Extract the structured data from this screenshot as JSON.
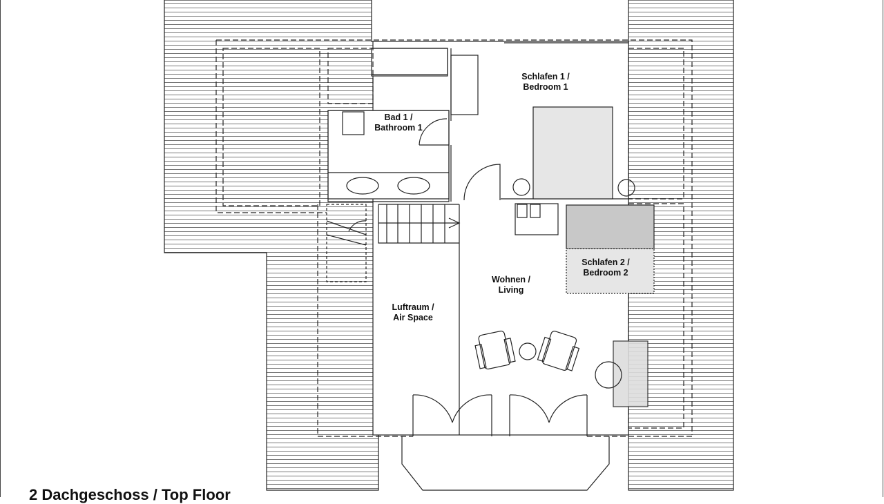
{
  "rooms": {
    "bedroom1": {
      "de": "Schlafen 1 /",
      "en": "Bedroom 1"
    },
    "bathroom1": {
      "de": "Bad 1 /",
      "en": "Bathroom 1"
    },
    "living": {
      "de": "Wohnen /",
      "en": "Living"
    },
    "airspace": {
      "de": "Luftraum /",
      "en": "Air Space"
    },
    "bedroom2": {
      "de": "Schlafen 2 /",
      "en": "Bedroom 2"
    }
  },
  "title": "2 Dachgeschoss / Top Floor",
  "colors": {
    "line": "#222222",
    "fill_light": "#e6e6e6",
    "fill_mid": "#c8c8c8"
  }
}
